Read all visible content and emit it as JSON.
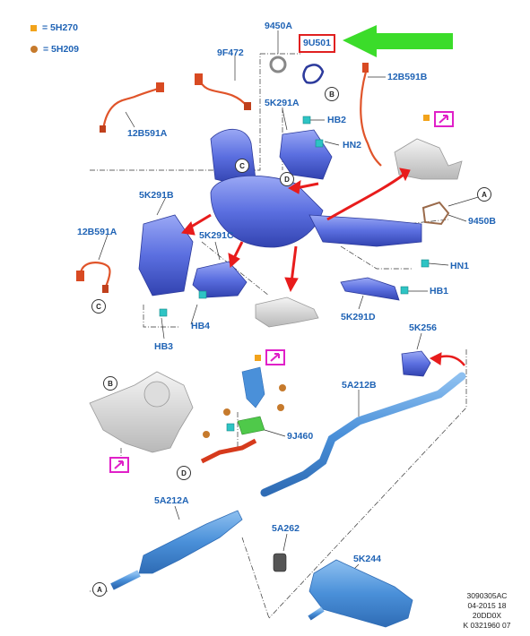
{
  "legend": [
    {
      "label": "= 5H270",
      "color": "#f2a31b",
      "shape": "square"
    },
    {
      "label": "= 5H209",
      "color": "#c67a2c",
      "shape": "dot"
    }
  ],
  "highlighted_part": "9U501",
  "labels": {
    "l9450A": "9450A",
    "l9F472": "9F472",
    "l12B591B": "12B591B",
    "l12B591A_top": "12B591A",
    "l5K291A": "5K291A",
    "lHB2": "HB2",
    "lHN2": "HN2",
    "l5K291B": "5K291B",
    "l9450B": "9450B",
    "l12B591A_left": "12B591A",
    "l5K291C": "5K291C",
    "lHN1": "HN1",
    "lHB1": "HB1",
    "lHB4": "HB4",
    "l5K291D": "5K291D",
    "lHB3": "HB3",
    "l5K256": "5K256",
    "l5A212B": "5A212B",
    "l9J460": "9J460",
    "l5A212A": "5A212A",
    "l5A262": "5A262",
    "l5K244": "5K244"
  },
  "callouts": {
    "B_top": "B",
    "C_top": "C",
    "D_top": "D",
    "A_right": "A",
    "C_left": "C",
    "B_left": "B",
    "D_mid": "D",
    "A_bottom": "A"
  },
  "footer": [
    "3090305AC",
    "04-2015 18",
    "20DD0X",
    "K 0321960 07"
  ],
  "colors": {
    "label_text": "#1f63b5",
    "part_blue": "#5b6fe0",
    "pipe_blue": "#4a90d9",
    "sensor_orange": "#e0542a",
    "fastener_cyan": "#2ec4c4",
    "red_arrow": "#e81c1c",
    "green_arrow": "#3bdc2a",
    "magenta_box": "#e020c8"
  }
}
